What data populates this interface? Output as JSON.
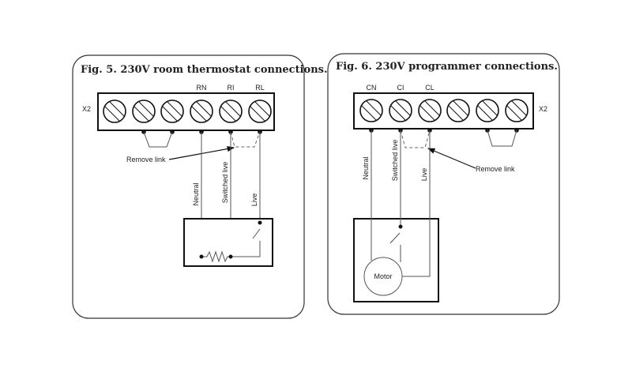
{
  "fig5": {
    "title": "Fig. 5. 230V room thermostat connections.",
    "block_label": "X2",
    "terminals": [
      "RN",
      "RI",
      "RL"
    ],
    "remove_link": "Remove link",
    "wires": {
      "neutral": "Neutral",
      "switched_live": "Switched live",
      "live": "Live"
    }
  },
  "fig6": {
    "title": "Fig. 6. 230V programmer connections.",
    "block_label": "X2",
    "terminals": [
      "CN",
      "CI",
      "CL"
    ],
    "remove_link": "Remove link",
    "wires": {
      "neutral": "Neutral",
      "switched_live": "Switched live",
      "live": "Live"
    },
    "motor": "Motor"
  }
}
